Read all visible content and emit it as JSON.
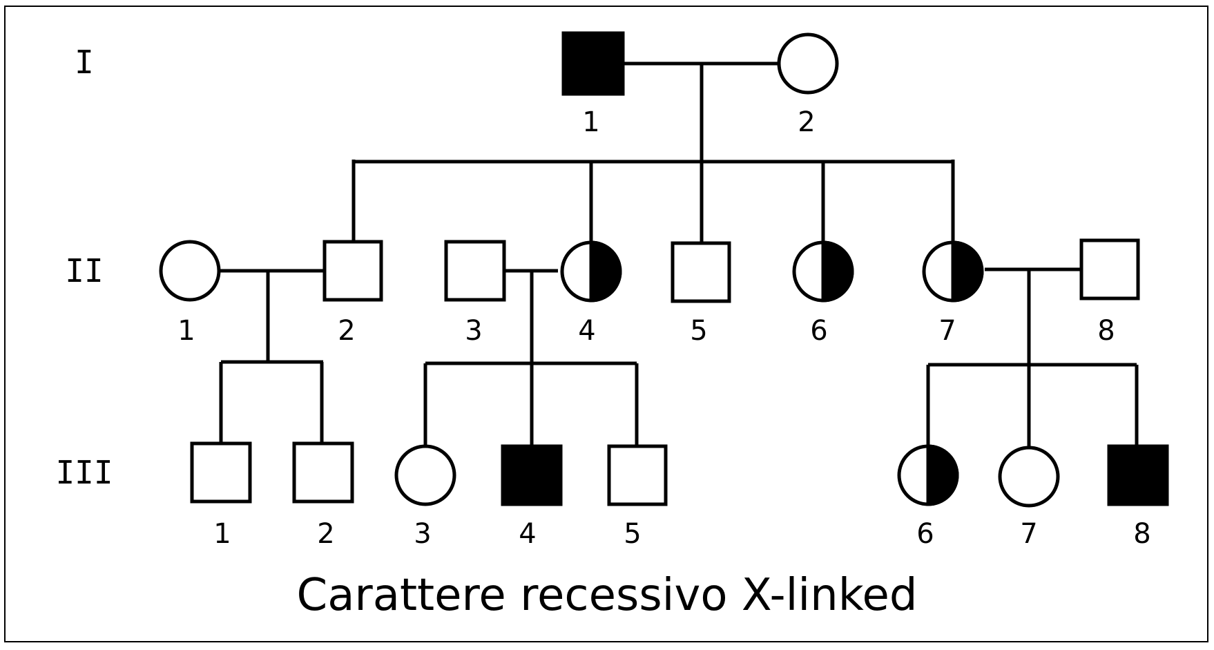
{
  "caption": "Carattere recessivo X-linked",
  "generations": [
    {
      "label": "I",
      "members": [
        {
          "number": "1",
          "sex": "male",
          "status": "affected"
        },
        {
          "number": "2",
          "sex": "female",
          "status": "unaffected"
        }
      ]
    },
    {
      "label": "II",
      "members": [
        {
          "number": "1",
          "sex": "female",
          "status": "unaffected"
        },
        {
          "number": "2",
          "sex": "male",
          "status": "unaffected"
        },
        {
          "number": "3",
          "sex": "male",
          "status": "unaffected"
        },
        {
          "number": "4",
          "sex": "female",
          "status": "carrier"
        },
        {
          "number": "5",
          "sex": "male",
          "status": "unaffected"
        },
        {
          "number": "6",
          "sex": "female",
          "status": "carrier"
        },
        {
          "number": "7",
          "sex": "female",
          "status": "carrier"
        },
        {
          "number": "8",
          "sex": "male",
          "status": "unaffected"
        }
      ]
    },
    {
      "label": "III",
      "members": [
        {
          "number": "1",
          "sex": "male",
          "status": "unaffected"
        },
        {
          "number": "2",
          "sex": "male",
          "status": "unaffected"
        },
        {
          "number": "3",
          "sex": "female",
          "status": "unaffected"
        },
        {
          "number": "4",
          "sex": "male",
          "status": "affected"
        },
        {
          "number": "5",
          "sex": "male",
          "status": "unaffected"
        },
        {
          "number": "6",
          "sex": "female",
          "status": "carrier"
        },
        {
          "number": "7",
          "sex": "female",
          "status": "unaffected"
        },
        {
          "number": "8",
          "sex": "male",
          "status": "affected"
        }
      ]
    }
  ],
  "colors": {
    "line": "#000000",
    "fill": "#000000",
    "background": "#ffffff"
  }
}
